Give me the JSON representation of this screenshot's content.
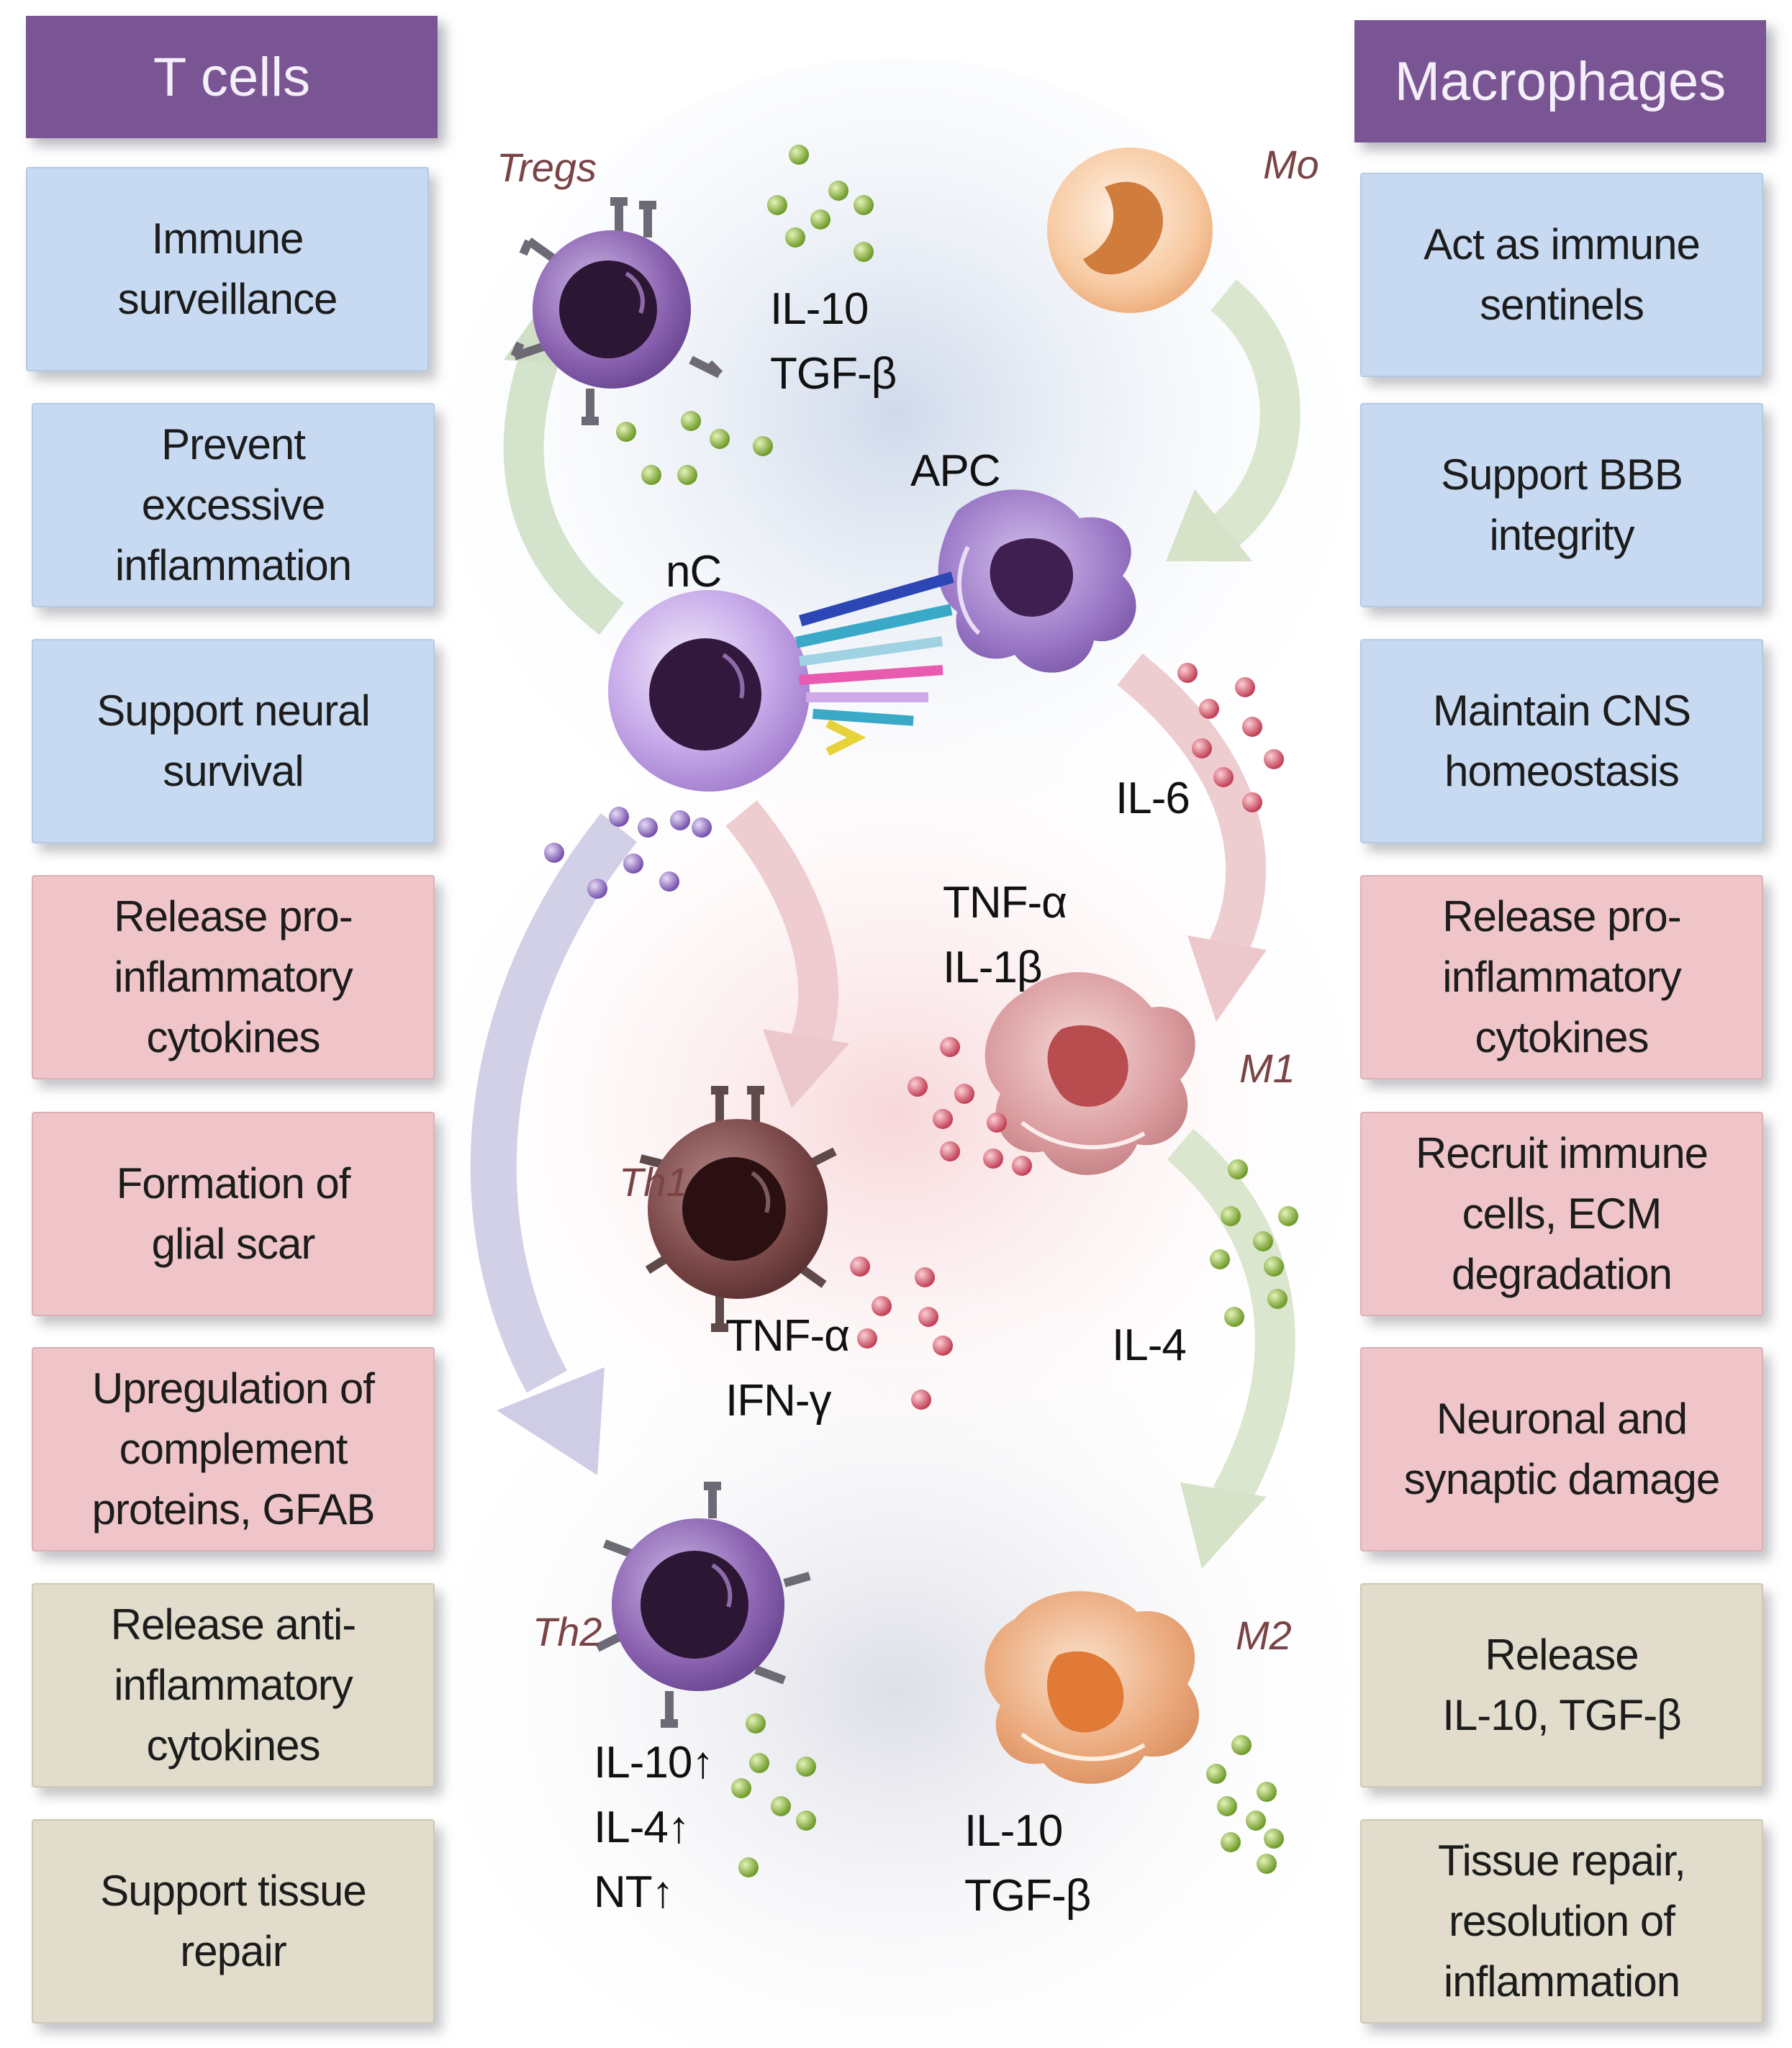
{
  "headers": {
    "left": "T cells",
    "right": "Macrophages"
  },
  "left_boxes": [
    {
      "text": "Immune\nsurveillance",
      "category": "homeostatic"
    },
    {
      "text": "Prevent\nexcessive\ninflammation",
      "category": "homeostatic"
    },
    {
      "text": "Support neural\nsurvival",
      "category": "homeostatic"
    },
    {
      "text": "Release pro-\ninflammatory\ncytokines",
      "category": "pro-inflammatory"
    },
    {
      "text": "Formation of\nglial scar",
      "category": "pro-inflammatory"
    },
    {
      "text": "Upregulation of\ncomplement\nproteins, GFAB",
      "category": "pro-inflammatory"
    },
    {
      "text": "Release anti-\ninflammatory\ncytokines",
      "category": "anti-inflammatory"
    },
    {
      "text": "Support tissue\nrepair",
      "category": "anti-inflammatory"
    }
  ],
  "right_boxes": [
    {
      "text": "Act as immune\nsentinels",
      "category": "homeostatic"
    },
    {
      "text": "Support BBB\nintegrity",
      "category": "homeostatic"
    },
    {
      "text": "Maintain CNS\nhomeostasis",
      "category": "homeostatic"
    },
    {
      "text": "Release pro-\ninflammatory\ncytokines",
      "category": "pro-inflammatory"
    },
    {
      "text": "Recruit immune\ncells, ECM\ndegradation",
      "category": "pro-inflammatory"
    },
    {
      "text": "Neuronal and\nsynaptic damage",
      "category": "pro-inflammatory"
    },
    {
      "text": "Release\nIL-10, TGF-β",
      "category": "anti-inflammatory"
    },
    {
      "text": "Tissue repair,\nresolution of\ninflammation",
      "category": "anti-inflammatory"
    }
  ],
  "cells": {
    "tregs": "Tregs",
    "mo": "Mo",
    "apc": "APC",
    "nc": "nC",
    "th1": "Th1",
    "m1": "M1",
    "th2": "Th2",
    "m2": "M2"
  },
  "cytokines": {
    "tregs": "IL-10\nTGF-β",
    "apc": "IL-6",
    "m1": "TNF-α\nIL-1β",
    "th1": "TNF-α\nIFN-γ",
    "m1_to_m2": "IL-4",
    "th2": "IL-10↑\nIL-4↑\nNT↑",
    "m2": "IL-10\nTGF-β"
  },
  "colors": {
    "header": "#7a5594",
    "homeostatic": "#c7daf2",
    "pro_inflammatory": "#efc5c9",
    "anti_inflammatory": "#e1dccb",
    "t_cell": "#8a62b0",
    "th1": "#7a4747",
    "m1": "#d99a9d",
    "m2": "#eaa779",
    "monocyte": "#f2b489",
    "dot_green": "#8bb63a",
    "dot_red": "#d5576a",
    "dot_purple": "#8d6bc0"
  }
}
